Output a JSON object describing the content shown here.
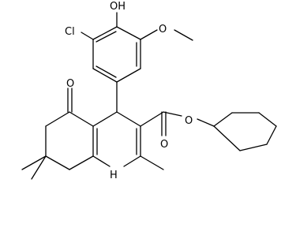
{
  "molecule": {
    "atom_labels": {
      "hydroxyl": "OH",
      "chloro": "Cl",
      "methoxy_oxygen": "O",
      "ketone_oxygen": "O",
      "ester_carbonyl_oxygen": "O",
      "ester_oxygen": "O",
      "amine": "H"
    },
    "colors": {
      "bond": "#000000",
      "text": "#000000",
      "background": "#ffffff"
    }
  }
}
